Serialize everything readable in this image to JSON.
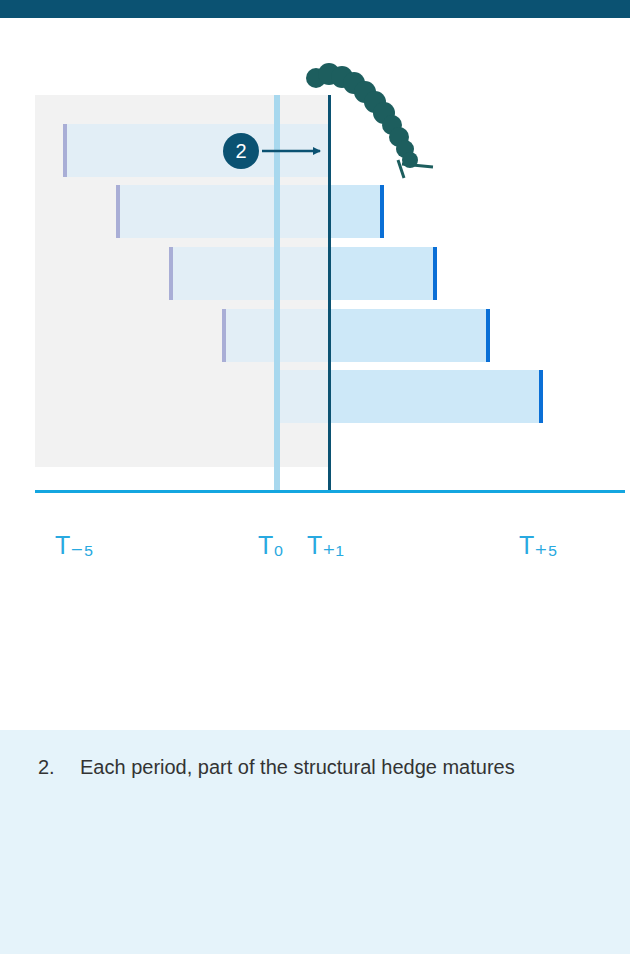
{
  "diagram": {
    "caption": "Each period, part of the structural hedge matures",
    "nodes": [
      {
        "text": [
          "2"
        ]
      }
    ],
    "labels": [
      "T₋₅",
      "T₀",
      "T₊₁",
      "T₊₅",
      "2."
    ]
  }
}
